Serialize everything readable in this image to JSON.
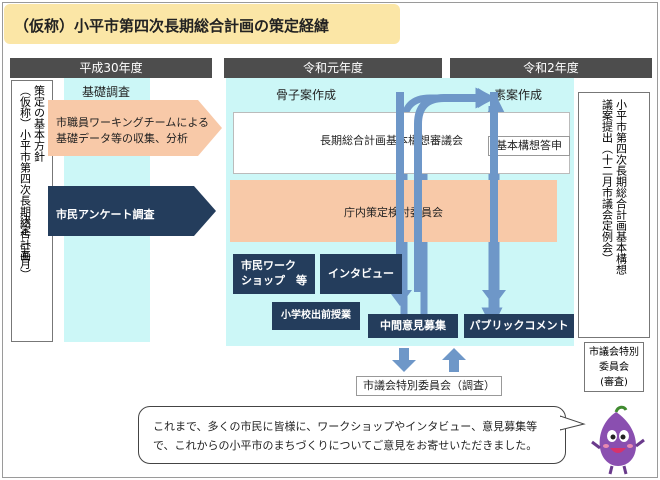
{
  "title": "（仮称）小平市第四次長期総合計画の策定経緯",
  "eras": {
    "h30": "平成30年度",
    "r1": "令和元年度",
    "r2": "令和2年度"
  },
  "left_col": {
    "line1": "策定の基本方針",
    "line2": "（仮称）小平市第四次長期総合計画",
    "line3": "決定（五月）"
  },
  "kiso": "基礎調査",
  "working_team": {
    "l1": "市職員ワーキングチームによる",
    "l2": "基礎データ等の収集、分析"
  },
  "survey": "市民アンケート調査",
  "kosshi": "骨子案作成",
  "soan": "素案作成",
  "shingikai": "長期総合計画基本構想審議会",
  "toshin": "基本構想答申",
  "chonai": "庁内策定検討委員会",
  "workshop": {
    "l1": "市民ワーク",
    "l2": "ショップ　等"
  },
  "interview": "インタビュー",
  "school": "小学校出前授業",
  "chukan": "中間意見募集",
  "public": "パブリックコメント",
  "special_survey": "市議会特別委員会（調査）",
  "right_col": {
    "line1": "議案提出（十二月市議会定例会）",
    "line2": "小平市第四次長期総合計画基本構想"
  },
  "right_box": {
    "l1": "市議会特別",
    "l2": "委員会",
    "l3": "(審査)"
  },
  "message": {
    "l1": "これまで、多くの市民に皆様に、ワークショップやインタビュー、意見募集等",
    "l2": "で、これからの小平市のまちづくりについてご意見をお寄せいただきました。"
  },
  "colors": {
    "light_cyan": "#ccf7f7",
    "salmon": "#f8c9a8",
    "navy": "#243d5c",
    "arrow_blue": "#6e97c8",
    "title_bg": "#fbe6a6"
  }
}
